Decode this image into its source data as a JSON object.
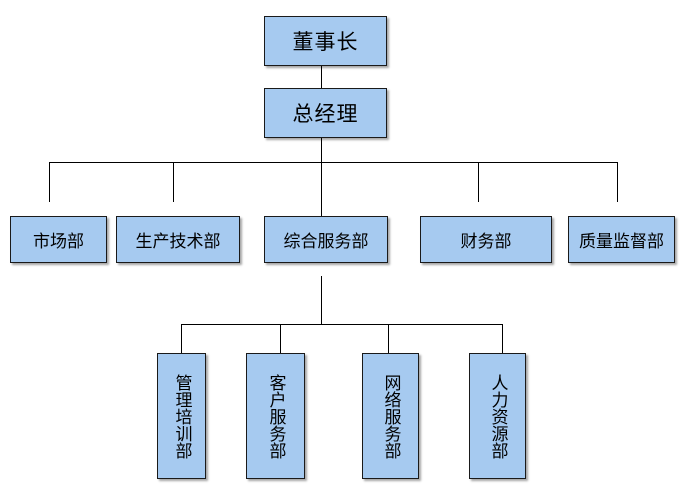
{
  "org_chart": {
    "top": "董事长",
    "second": "总经理",
    "departments": [
      "市场部",
      "生产技术部",
      "综合服务部",
      "财务部",
      "质量监督部"
    ],
    "sub_departments": [
      "管理培训部",
      "客户服务部",
      "网络服务部",
      "人力资源部"
    ]
  },
  "colors": {
    "box_fill": "#a6caf0",
    "box_border": "#1a1a1a",
    "connector": "#000000"
  }
}
